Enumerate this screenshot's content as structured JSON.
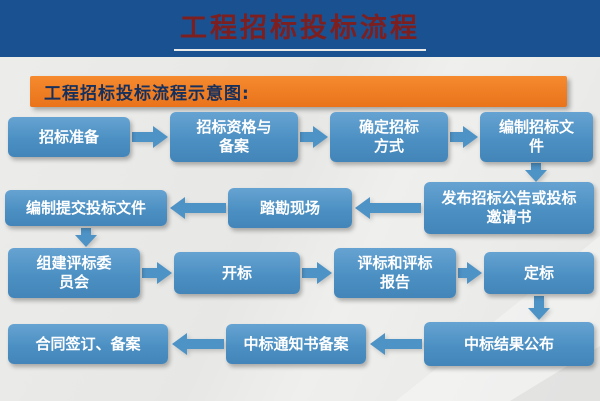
{
  "header": {
    "title": "工程招标投标流程"
  },
  "banner": {
    "label": "工程招标投标流程示意图:"
  },
  "colors": {
    "header_bg": "#1a5191",
    "title_text": "#7e1f1f",
    "title_underline": "#e9e9e9",
    "banner_bg": "#ee7b1e",
    "banner_text": "#16305e",
    "node_bg": "#4c90c3",
    "node_text": "#ffffff",
    "arrow": "#4e93c6",
    "canvas_bg": "#e9e9e7"
  },
  "flow": {
    "row1": [
      "招标准备",
      "招标资格与\n备案",
      "确定招标\n方式",
      "编制招标文\n件"
    ],
    "row2": [
      "编制提交投标文件",
      "踏勘现场",
      "发布招标公告或投标\n邀请书"
    ],
    "row3": [
      "组建评标委\n员会",
      "开标",
      "评标和评标\n报告",
      "定标"
    ],
    "row4": [
      "合同签订、备案",
      "中标通知书备案",
      "中标结果公布"
    ]
  }
}
